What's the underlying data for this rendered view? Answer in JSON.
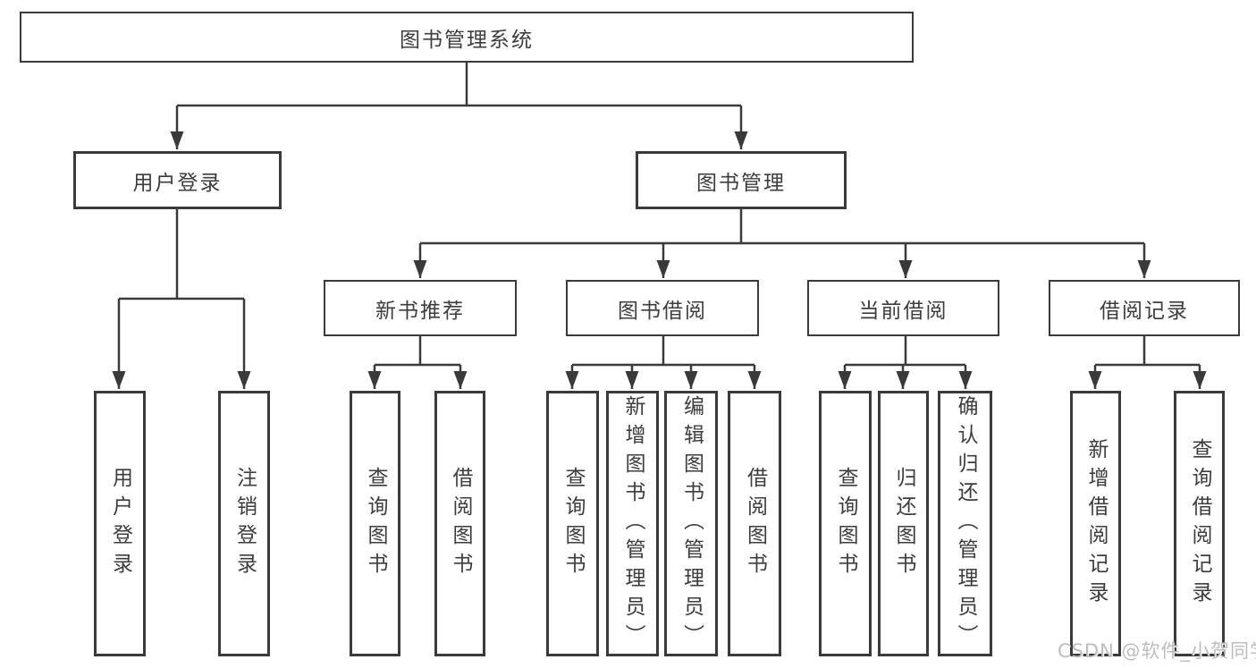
{
  "colors": {
    "line": "#3a3a3a",
    "text": "#3d3d3d",
    "background": "#ffffff",
    "watermark": "#bdbdbd"
  },
  "watermark": {
    "text": "CSDN @软件_小贺同学"
  },
  "tree": {
    "root": {
      "label": "图书管理系统",
      "children": [
        {
          "label": "用户登录",
          "children": [
            {
              "label": "用户登录"
            },
            {
              "label": "注销登录"
            }
          ]
        },
        {
          "label": "图书管理",
          "children": [
            {
              "label": "新书推荐",
              "children": [
                {
                  "label": "查询图书"
                },
                {
                  "label": "借阅图书"
                }
              ]
            },
            {
              "label": "图书借阅",
              "children": [
                {
                  "label": "查询图书"
                },
                {
                  "label": "新增图书（管理员）"
                },
                {
                  "label": "编辑图书（管理员）"
                },
                {
                  "label": "借阅图书"
                }
              ]
            },
            {
              "label": "当前借阅",
              "children": [
                {
                  "label": "查询图书"
                },
                {
                  "label": "归还图书"
                },
                {
                  "label": "确认归还（管理员）"
                }
              ]
            },
            {
              "label": "借阅记录",
              "children": [
                {
                  "label": "新增借阅记录"
                },
                {
                  "label": "查询借阅记录"
                }
              ]
            }
          ]
        }
      ]
    }
  }
}
